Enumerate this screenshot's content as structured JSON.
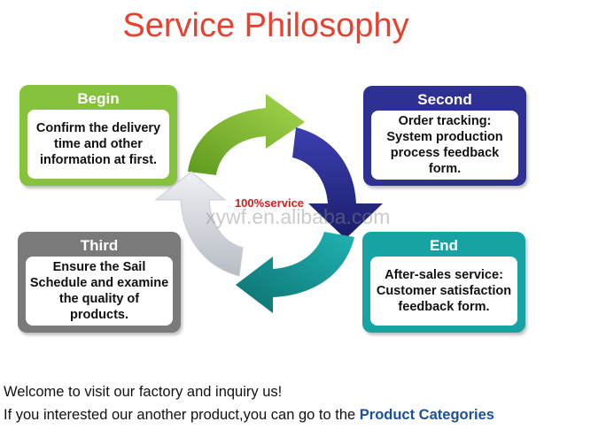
{
  "title": "Service Philosophy",
  "center_label": "100%service",
  "watermark": "xywf.en.alibaba.com",
  "steps": {
    "begin": {
      "header": "Begin",
      "text": "Confirm the delivery time and other information at first."
    },
    "second": {
      "header": "Second",
      "text": "Order tracking: System production process feedback form."
    },
    "third": {
      "header": "Third",
      "text": "Ensure the Sail Schedule  and examine the quality of products."
    },
    "end": {
      "header": "End",
      "text": "After-sales service: Customer satisfaction feedback form."
    }
  },
  "footer": {
    "line1": "Welcome to visit our factory and inquiry us!",
    "line2_prefix": "If you interested our another product,you can go to the ",
    "link_text": "Product Categories"
  },
  "colors": {
    "title": "#e8412f",
    "begin": "#86c23c",
    "second": "#2e3192",
    "third": "#7a7a7a",
    "end": "#17a3a3",
    "link": "#1c4f9c"
  }
}
